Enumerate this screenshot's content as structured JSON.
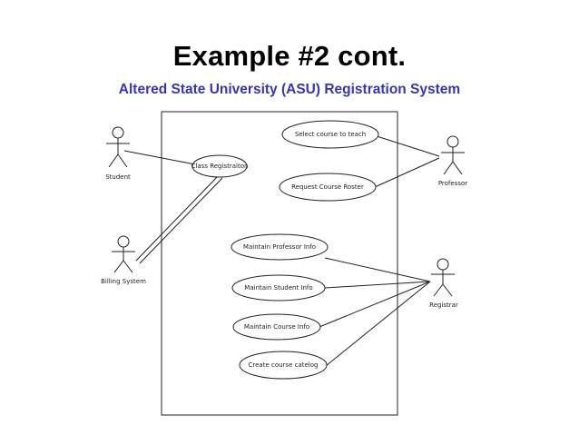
{
  "slide": {
    "title": "Example #2 cont.",
    "subtitle": "Altered State University (ASU) Registration System"
  },
  "diagram": {
    "use_cases": {
      "class_registration": "Class Registraiton",
      "select_course_to_teach": "Select course to teach",
      "request_course_roster": "Request Course Roster",
      "maintain_professor_info": "Maintain Professor Info",
      "maintain_student_info": "Maintain Student Info",
      "maintain_course_info": "Maintain Course Info",
      "create_course_catalog": "Create course catelog"
    },
    "actors": {
      "student": "Student",
      "billing_system": "Billing System",
      "professor": "Professor",
      "registrar": "Registrar"
    }
  }
}
